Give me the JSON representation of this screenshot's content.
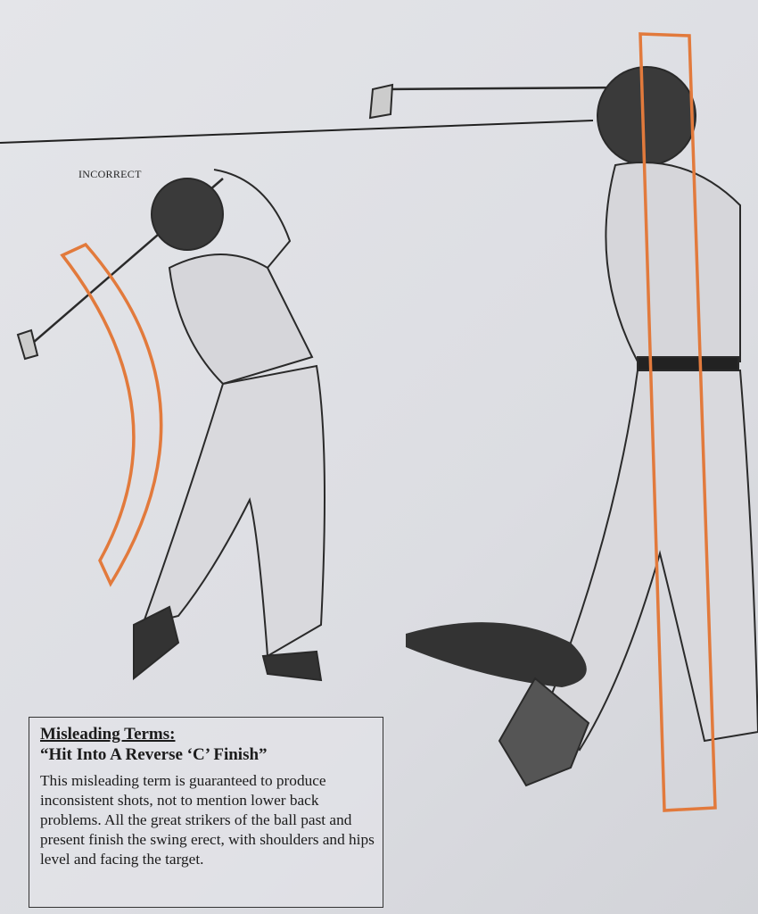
{
  "figure_label": "INCORRECT",
  "sidebar_box": {
    "heading": "Misleading Terms:",
    "subheading": "“Hit Into A Reverse ‘C’ Finish”",
    "body": "This misleading term is guaranteed to produce inconsistent shots, not to mention lower back problems. All the great strikers of the ball past and present finish the swing erect, with shoulders and hips level and facing the target."
  },
  "illustrations": [
    "golfer-reverse-c-finish",
    "golfer-erect-finish"
  ],
  "colors": {
    "highlight": "#e27a3c",
    "ink": "#1c1c1c",
    "paper": "#e2e3e7"
  }
}
